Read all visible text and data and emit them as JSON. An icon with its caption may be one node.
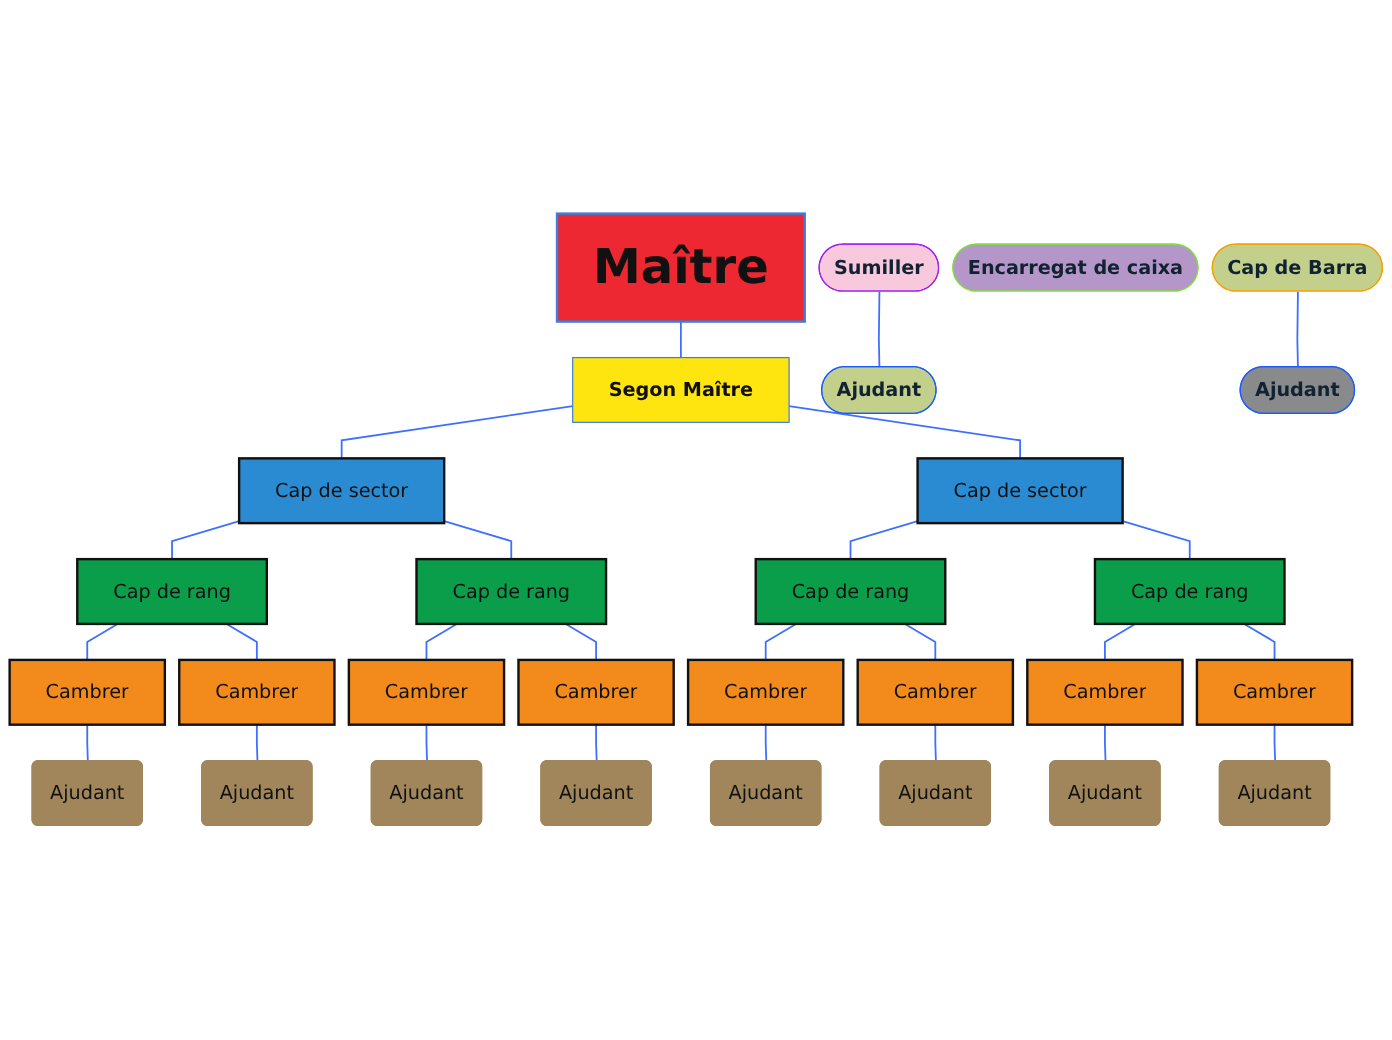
{
  "diagram": {
    "nodes": [
      {
        "text": [
          "Maître"
        ]
      },
      {
        "text": [
          "Sumiller"
        ]
      },
      {
        "text": [
          "Encarregat de caixa"
        ]
      },
      {
        "text": [
          "Segon Maître"
        ]
      },
      {
        "text": [
          "Ajudant"
        ]
      },
      {
        "text": [
          "Cap de sector"
        ]
      },
      {
        "text": [
          "Cap de sector"
        ]
      },
      {
        "text": [
          "Cap de Barra"
        ]
      },
      {
        "text": [
          "Cap de rang"
        ]
      },
      {
        "text": [
          "Cap de rang"
        ]
      },
      {
        "text": [
          "Cap de rang"
        ]
      },
      {
        "text": [
          "Cap de rang"
        ]
      },
      {
        "text": [
          "Ajudant"
        ]
      },
      {
        "text": [
          "Cambrer"
        ]
      },
      {
        "text": [
          "Cambrer"
        ]
      },
      {
        "text": [
          "Cambrer"
        ]
      },
      {
        "text": [
          "Cambrer"
        ]
      },
      {
        "text": [
          "Cambrer"
        ]
      },
      {
        "text": [
          "Cambrer"
        ]
      },
      {
        "text": [
          "Cambrer"
        ]
      },
      {
        "text": [
          "Cambrer"
        ]
      },
      {
        "text": [
          "Ajudant"
        ]
      },
      {
        "text": [
          "Ajudant"
        ]
      },
      {
        "text": [
          "Ajudant"
        ]
      },
      {
        "text": [
          "Ajudant"
        ]
      },
      {
        "text": [
          "Ajudant"
        ]
      },
      {
        "text": [
          "Ajudant"
        ]
      },
      {
        "text": [
          "Ajudant"
        ]
      },
      {
        "text": [
          "Ajudant"
        ]
      }
    ],
    "edges": [
      {
        "from": 0,
        "to": 3,
        "arrow": "none"
      },
      {
        "from": 1,
        "to": 4,
        "arrow": "none"
      },
      {
        "from": 3,
        "to": 5,
        "arrow": "none"
      },
      {
        "from": 3,
        "to": 6,
        "arrow": "none"
      },
      {
        "from": 7,
        "to": 12,
        "arrow": "none"
      },
      {
        "from": 5,
        "to": 8,
        "arrow": "none"
      },
      {
        "from": 5,
        "to": 9,
        "arrow": "none"
      },
      {
        "from": 6,
        "to": 10,
        "arrow": "none"
      },
      {
        "from": 6,
        "to": 11,
        "arrow": "none"
      },
      {
        "from": 8,
        "to": 13,
        "arrow": "none"
      },
      {
        "from": 8,
        "to": 14,
        "arrow": "none"
      },
      {
        "from": 9,
        "to": 15,
        "arrow": "none"
      },
      {
        "from": 9,
        "to": 16,
        "arrow": "none"
      },
      {
        "from": 10,
        "to": 17,
        "arrow": "none"
      },
      {
        "from": 10,
        "to": 18,
        "arrow": "none"
      },
      {
        "from": 11,
        "to": 19,
        "arrow": "none"
      },
      {
        "from": 11,
        "to": 20,
        "arrow": "none"
      },
      {
        "from": 13,
        "to": 21,
        "arrow": "none"
      },
      {
        "from": 14,
        "to": 22,
        "arrow": "none"
      },
      {
        "from": 15,
        "to": 23,
        "arrow": "none"
      },
      {
        "from": 16,
        "to": 24,
        "arrow": "none"
      },
      {
        "from": 17,
        "to": 25,
        "arrow": "none"
      },
      {
        "from": 18,
        "to": 26,
        "arrow": "none"
      },
      {
        "from": 19,
        "to": 27,
        "arrow": "none"
      },
      {
        "from": 20,
        "to": 28,
        "arrow": "none"
      }
    ]
  }
}
